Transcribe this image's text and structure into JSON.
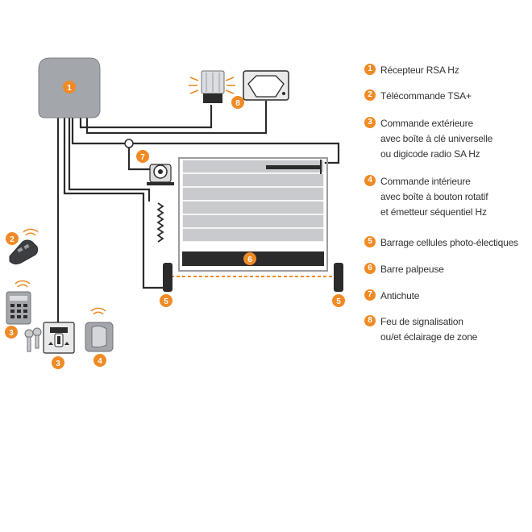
{
  "callouts": {
    "receiver": "1",
    "remote": "2",
    "keypad": "3",
    "key_switch": "3",
    "wall_remote": "4",
    "cell_left": "5",
    "cell_right": "5",
    "safety_edge": "6",
    "antichute": "7",
    "light": "8"
  },
  "legend": [
    {
      "num": "1",
      "lines": [
        "Récepteur RSA Hz"
      ]
    },
    {
      "num": "2",
      "lines": [
        "Télécommande TSA+"
      ]
    },
    {
      "num": "3",
      "lines": [
        "Commande extérieure",
        "avec boîte à clé universelle",
        "ou digicode radio SA Hz"
      ]
    },
    {
      "num": "4",
      "lines": [
        "Commande intérieure",
        "avec boîte à bouton rotatif",
        "et émetteur séquentiel Hz"
      ]
    },
    {
      "num": "5",
      "lines": [
        "Barrage cellules photo-électiques"
      ]
    },
    {
      "num": "6",
      "lines": [
        "Barre palpeuse"
      ]
    },
    {
      "num": "7",
      "lines": [
        "Antichute"
      ]
    },
    {
      "num": "8",
      "lines": [
        "Feu de signalisation",
        "ou/et éclairage de zone"
      ]
    }
  ],
  "colors": {
    "accent": "#f08a24",
    "device_gray": "#a3a6ab",
    "wire": "#2b2b2b",
    "shutter": "#c8cacd"
  }
}
